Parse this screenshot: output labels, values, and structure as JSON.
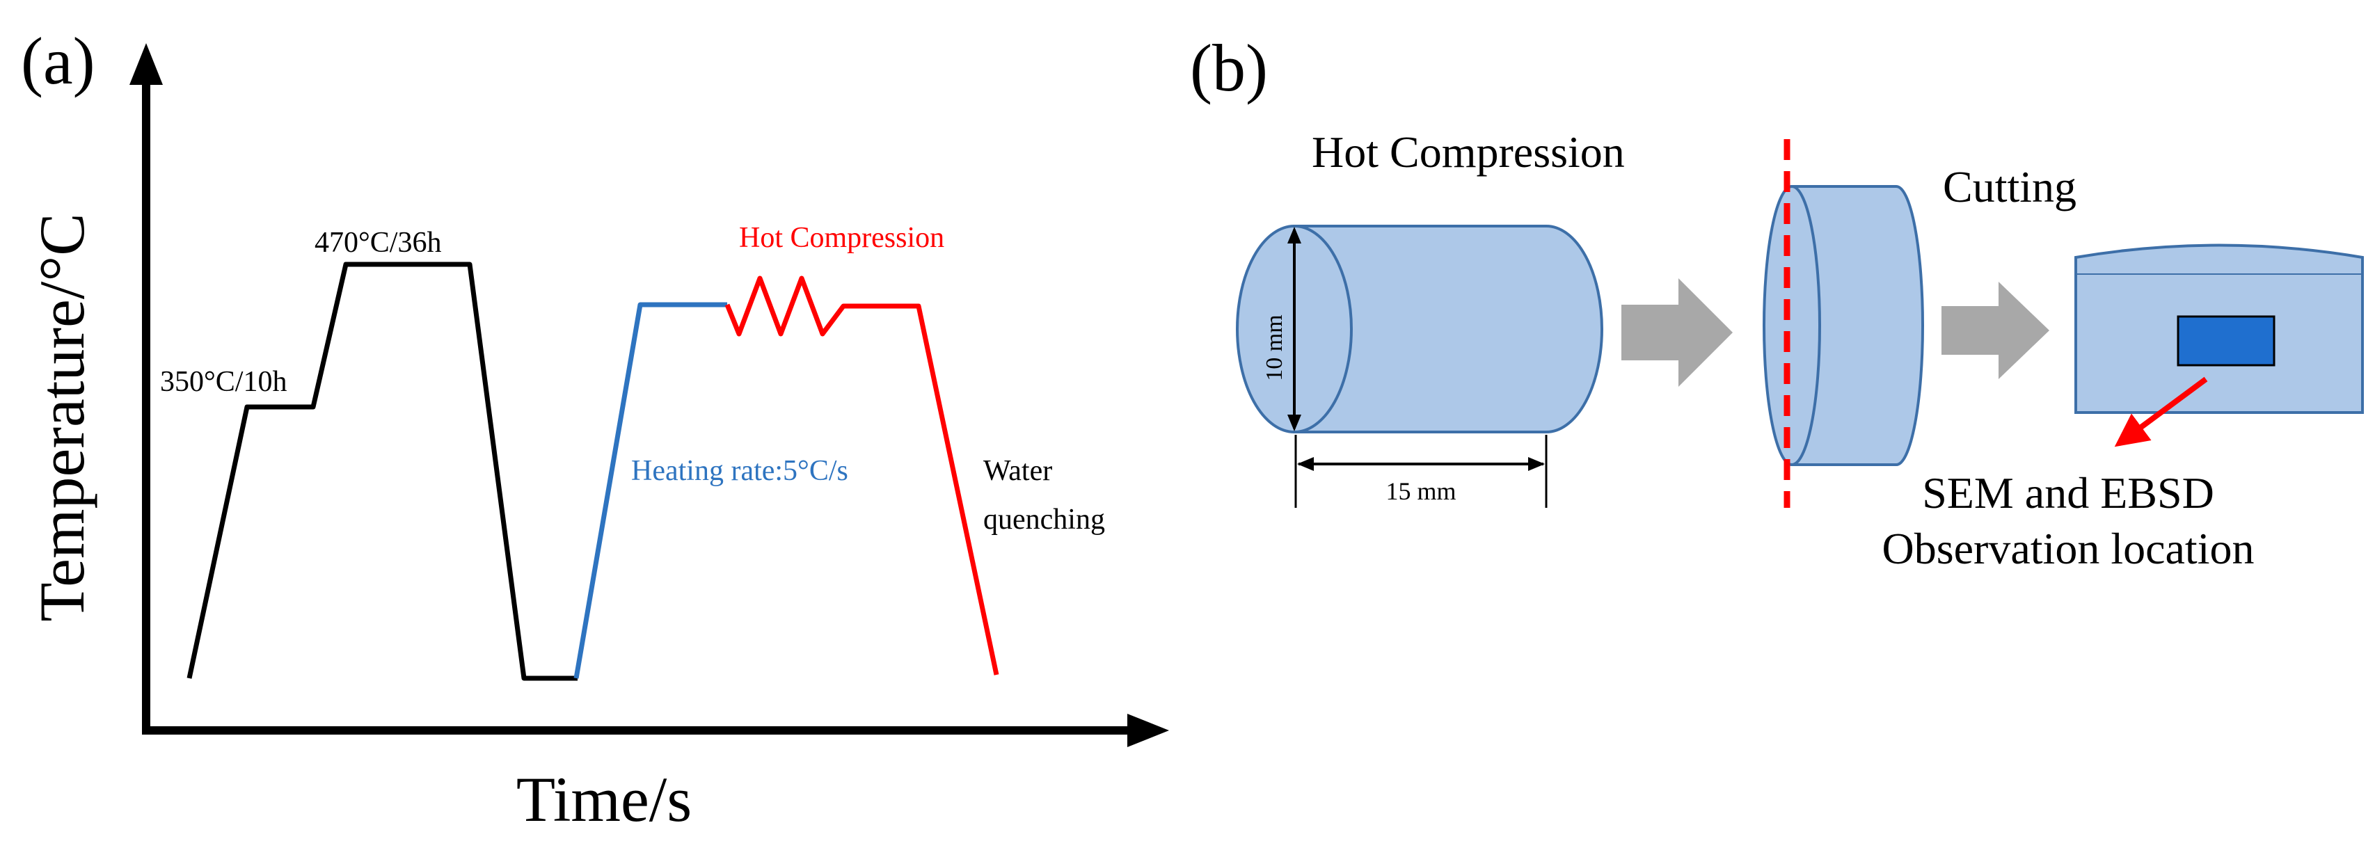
{
  "panel_a": {
    "label": "(a)",
    "y_axis_label": "Temperature/°C",
    "x_axis_label": "Time/s",
    "annotations": {
      "step1": "350°C/10h",
      "step2": "470°C/36h",
      "heating_rate": "Heating rate:5°C/s",
      "hot_compression": "Hot Compression",
      "water_quenching_line1": "Water",
      "water_quenching_line2": "quenching"
    },
    "colors": {
      "homogenization": "#000000",
      "heating": "#2e74c0",
      "deformation": "#ff0000"
    }
  },
  "panel_b": {
    "label": "(b)",
    "hot_compression_title": "Hot Compression",
    "cutting_title": "Cutting",
    "diameter_label": "10 mm",
    "length_label": "15 mm",
    "observation_line1": "SEM and EBSD",
    "observation_line2": "Observation location",
    "colors": {
      "specimen_fill": "#adc8e8",
      "specimen_stroke": "#3d6fa8",
      "location_fill": "#1f6fcf",
      "arrow_fill": "#a8a8a8",
      "cut_line": "#ff0000"
    }
  }
}
